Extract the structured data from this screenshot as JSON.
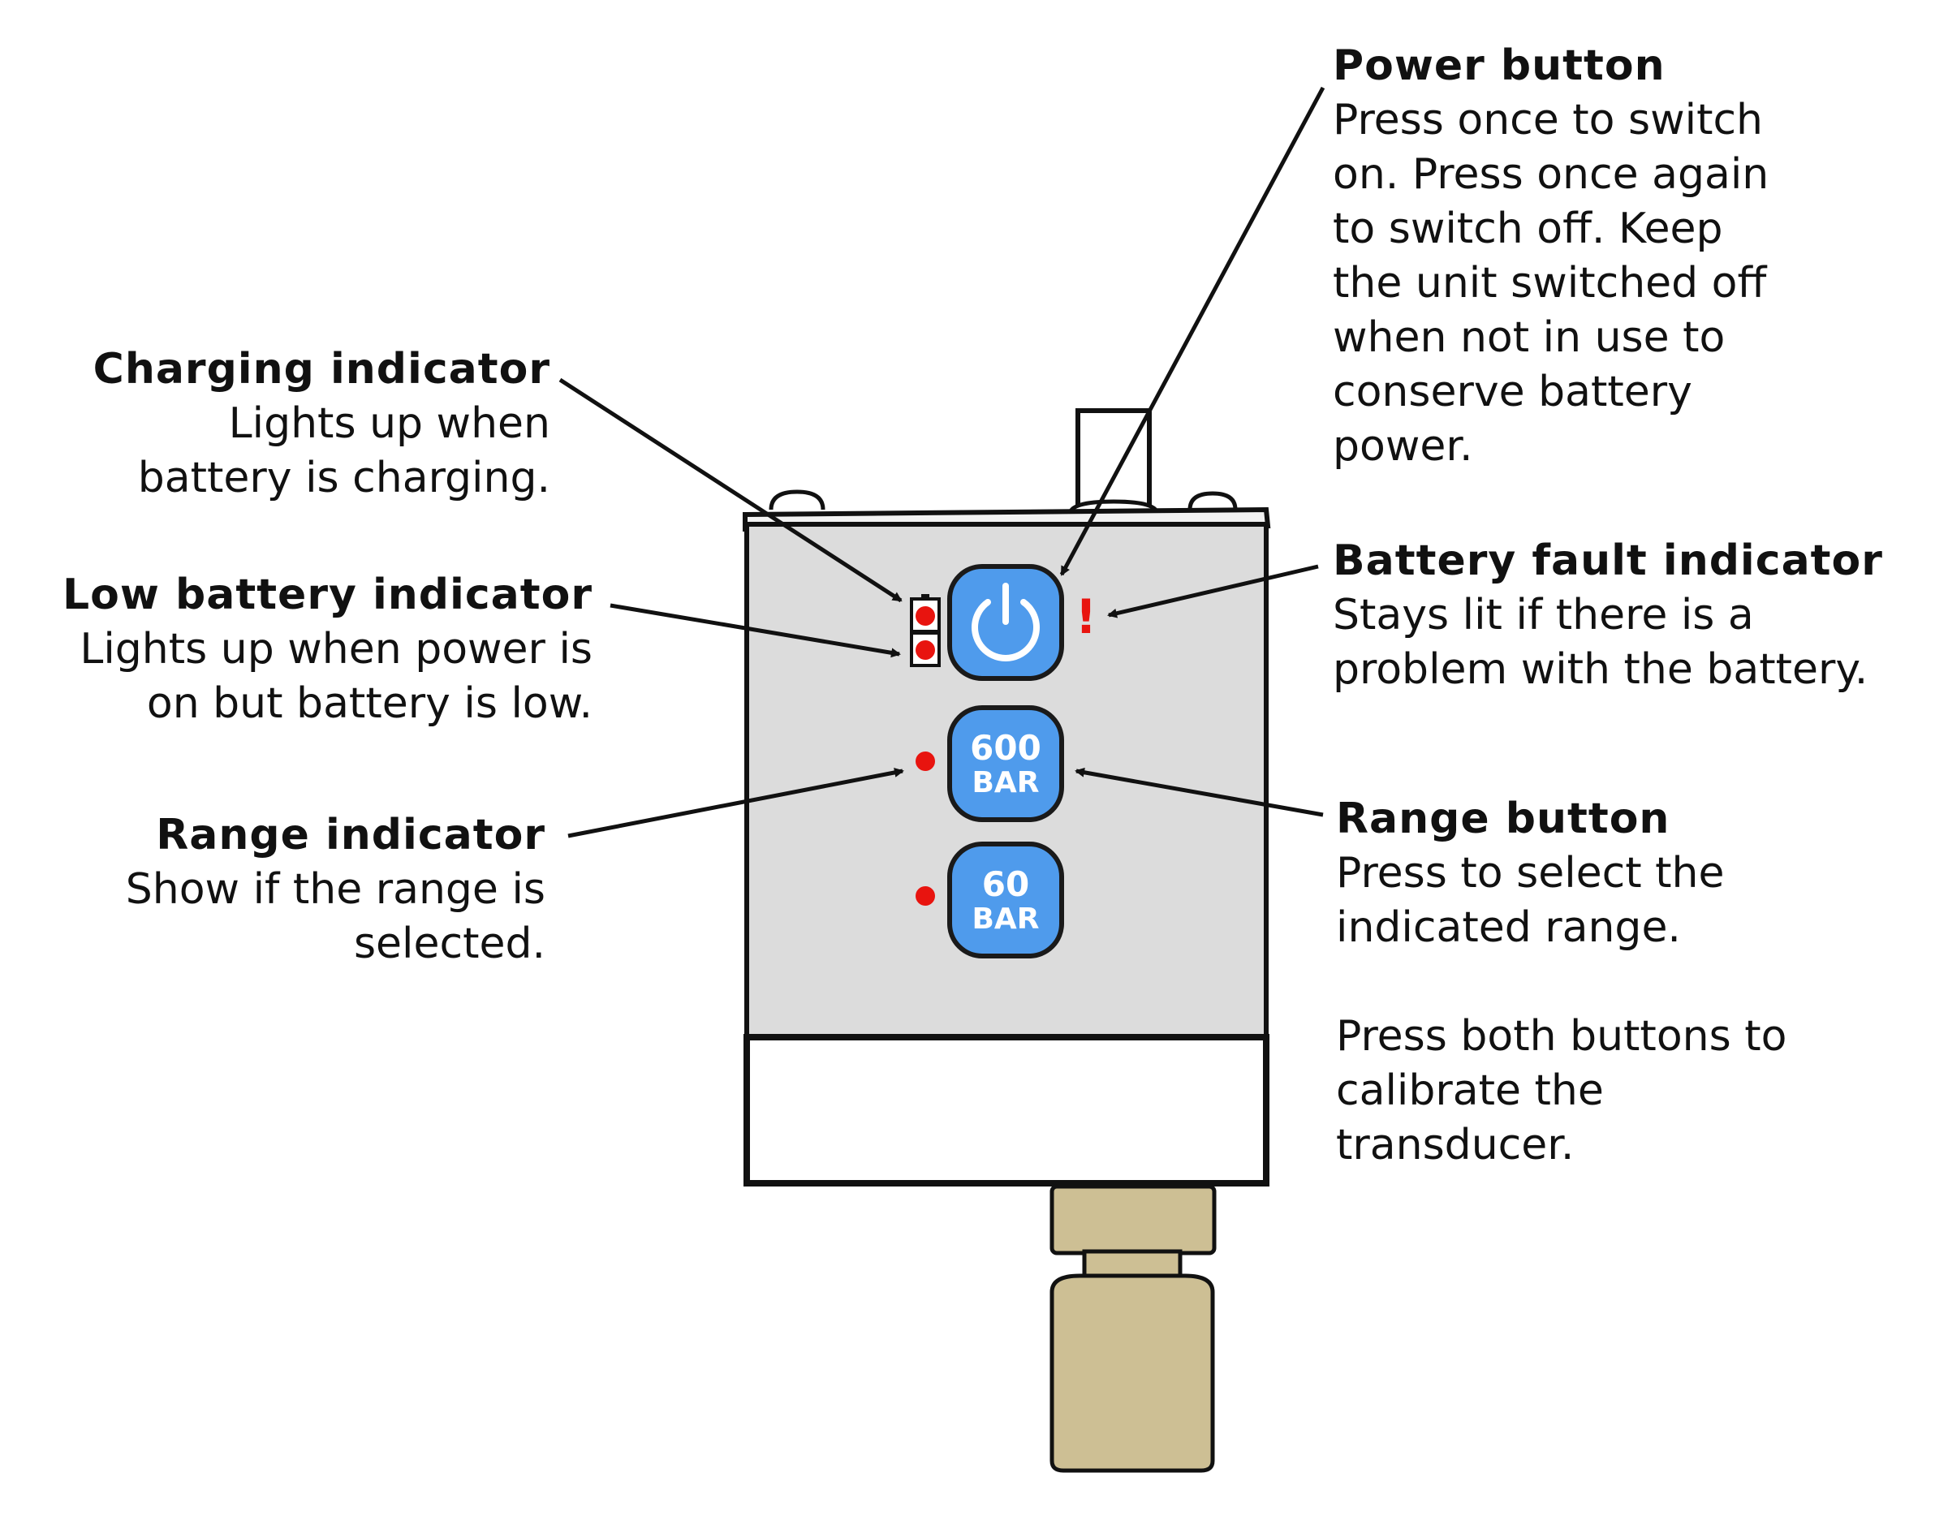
{
  "callouts": {
    "charging": {
      "title": "Charging indicator",
      "desc": "Lights up when\nbattery is charging."
    },
    "low_battery": {
      "title": "Low battery indicator",
      "desc": "Lights up when power is\non but battery is low."
    },
    "range_indicator": {
      "title": "Range indicator",
      "desc": "Show if the range is\nselected."
    },
    "power": {
      "title": "Power button",
      "desc": "Press once to switch\non.   Press once again\nto switch off.   Keep\nthe unit switched off\nwhen not in use to\nconserve battery\npower."
    },
    "battery_fault": {
      "title": "Battery fault indicator",
      "desc": "Stays lit if there is a\nproblem with the battery."
    },
    "range_button": {
      "title": "Range button",
      "desc": "Press to select the\nindicated range.\n\nPress both buttons to\ncalibrate the\ntransducer."
    }
  },
  "device": {
    "buttons": {
      "range_600": {
        "line1": "600",
        "line2": "BAR"
      },
      "range_60": {
        "line1": "60",
        "line2": "BAR"
      }
    },
    "fault_symbol": "!",
    "colors": {
      "button_blue": "#4f9bec",
      "button_border": "#1a1a1a",
      "indicator_red": "#e8140f",
      "panel_grey": "#dcdcdc",
      "fitting_tan": "#cdbf94"
    },
    "icons": {
      "power": "power-icon",
      "battery": "battery-icon"
    }
  }
}
